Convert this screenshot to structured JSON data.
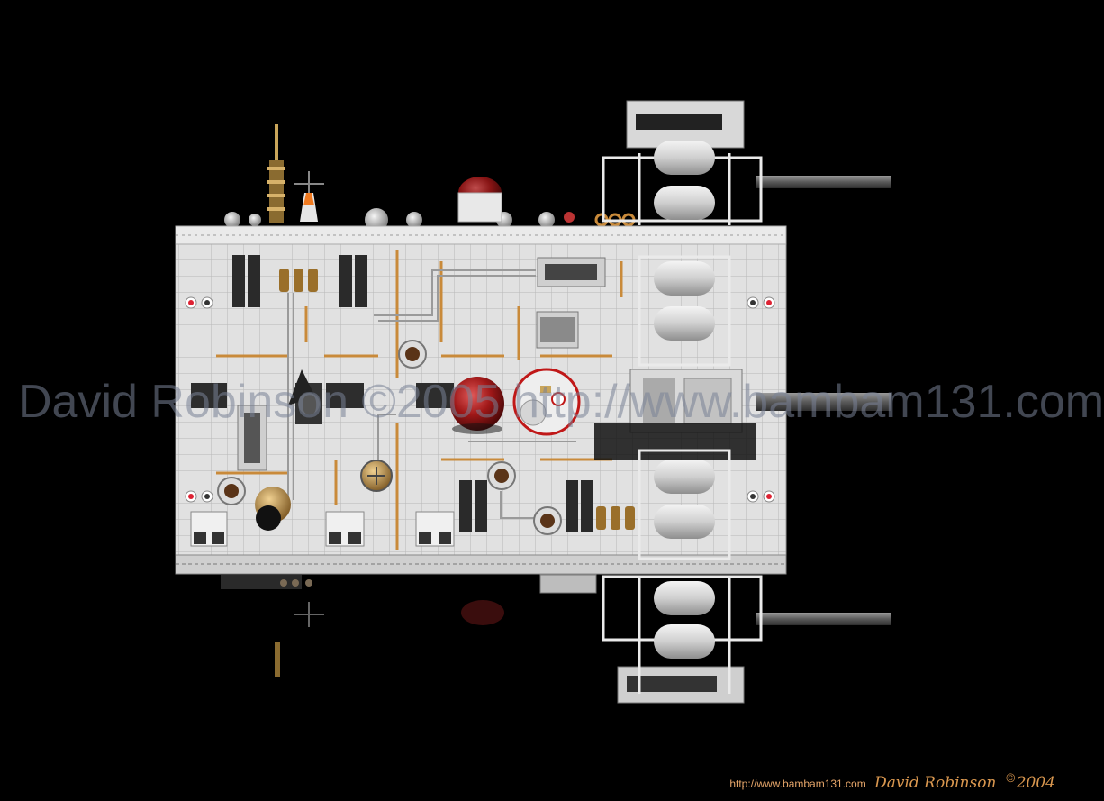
{
  "watermark": {
    "text": "David Robinson ©2005 http://www.bambam131.com"
  },
  "credit": {
    "url": "http://www.bambam131.com",
    "name": "David Robinson",
    "copyright": "©",
    "year": "2004"
  },
  "colors": {
    "background": "#000000",
    "hull": "#dedede",
    "panel_line": "#b9b9b9",
    "accent_orange": "#c98a3a",
    "dome_red": "#9b1a1a",
    "tank": "#cfcfcf",
    "credit_text": "#d9974f"
  }
}
